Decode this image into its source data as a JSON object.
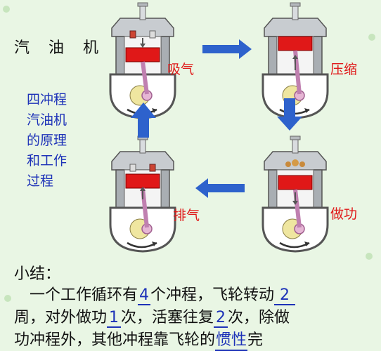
{
  "title": "汽 油 机",
  "side_text": [
    "四冲程",
    "汽油机",
    "的原理",
    "和工作",
    "过程"
  ],
  "strokes": {
    "intake": "吸气",
    "compression": "压缩",
    "power": "做功",
    "exhaust": "排气"
  },
  "summary": {
    "heading": "小结：",
    "line1_a": "一个工作循环有",
    "blank_cycles": "4",
    "line1_b": "个冲程，飞轮转动",
    "blank_turns": "2",
    "line2_a": "周，对外做功",
    "blank_work": "1",
    "line2_b": "次，活塞往复",
    "blank_piston": "2",
    "line2_c": "次，除做",
    "line3_a": "功冲程外，其他冲程靠飞轮的",
    "blank_inertia": "惯性",
    "line3_b": "完"
  },
  "colors": {
    "arrow": "#2e62cc",
    "label": "#e01818",
    "side_text": "#1d32b8",
    "cylinder": "#9aa0a6"
  }
}
